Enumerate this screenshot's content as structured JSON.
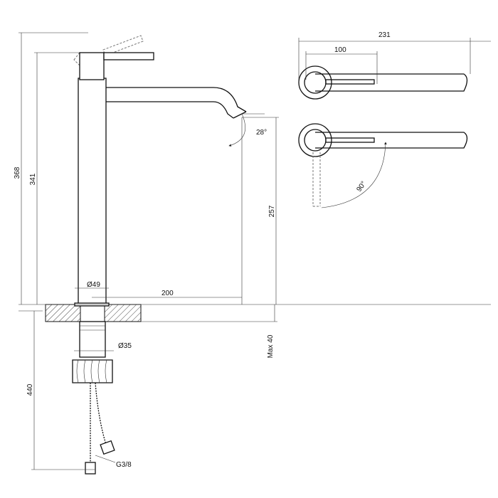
{
  "dimensions": {
    "total_height": "368",
    "body_height": "341",
    "spout_height": "257",
    "spout_angle": "28°",
    "body_diameter": "Ø49",
    "spout_reach": "200",
    "hole_diameter": "Ø35",
    "max_thickness": "Max 40",
    "hose_length": "440",
    "thread": "G3/8",
    "top_reach": "231",
    "top_lever": "100",
    "lever_rotation": "90°"
  }
}
